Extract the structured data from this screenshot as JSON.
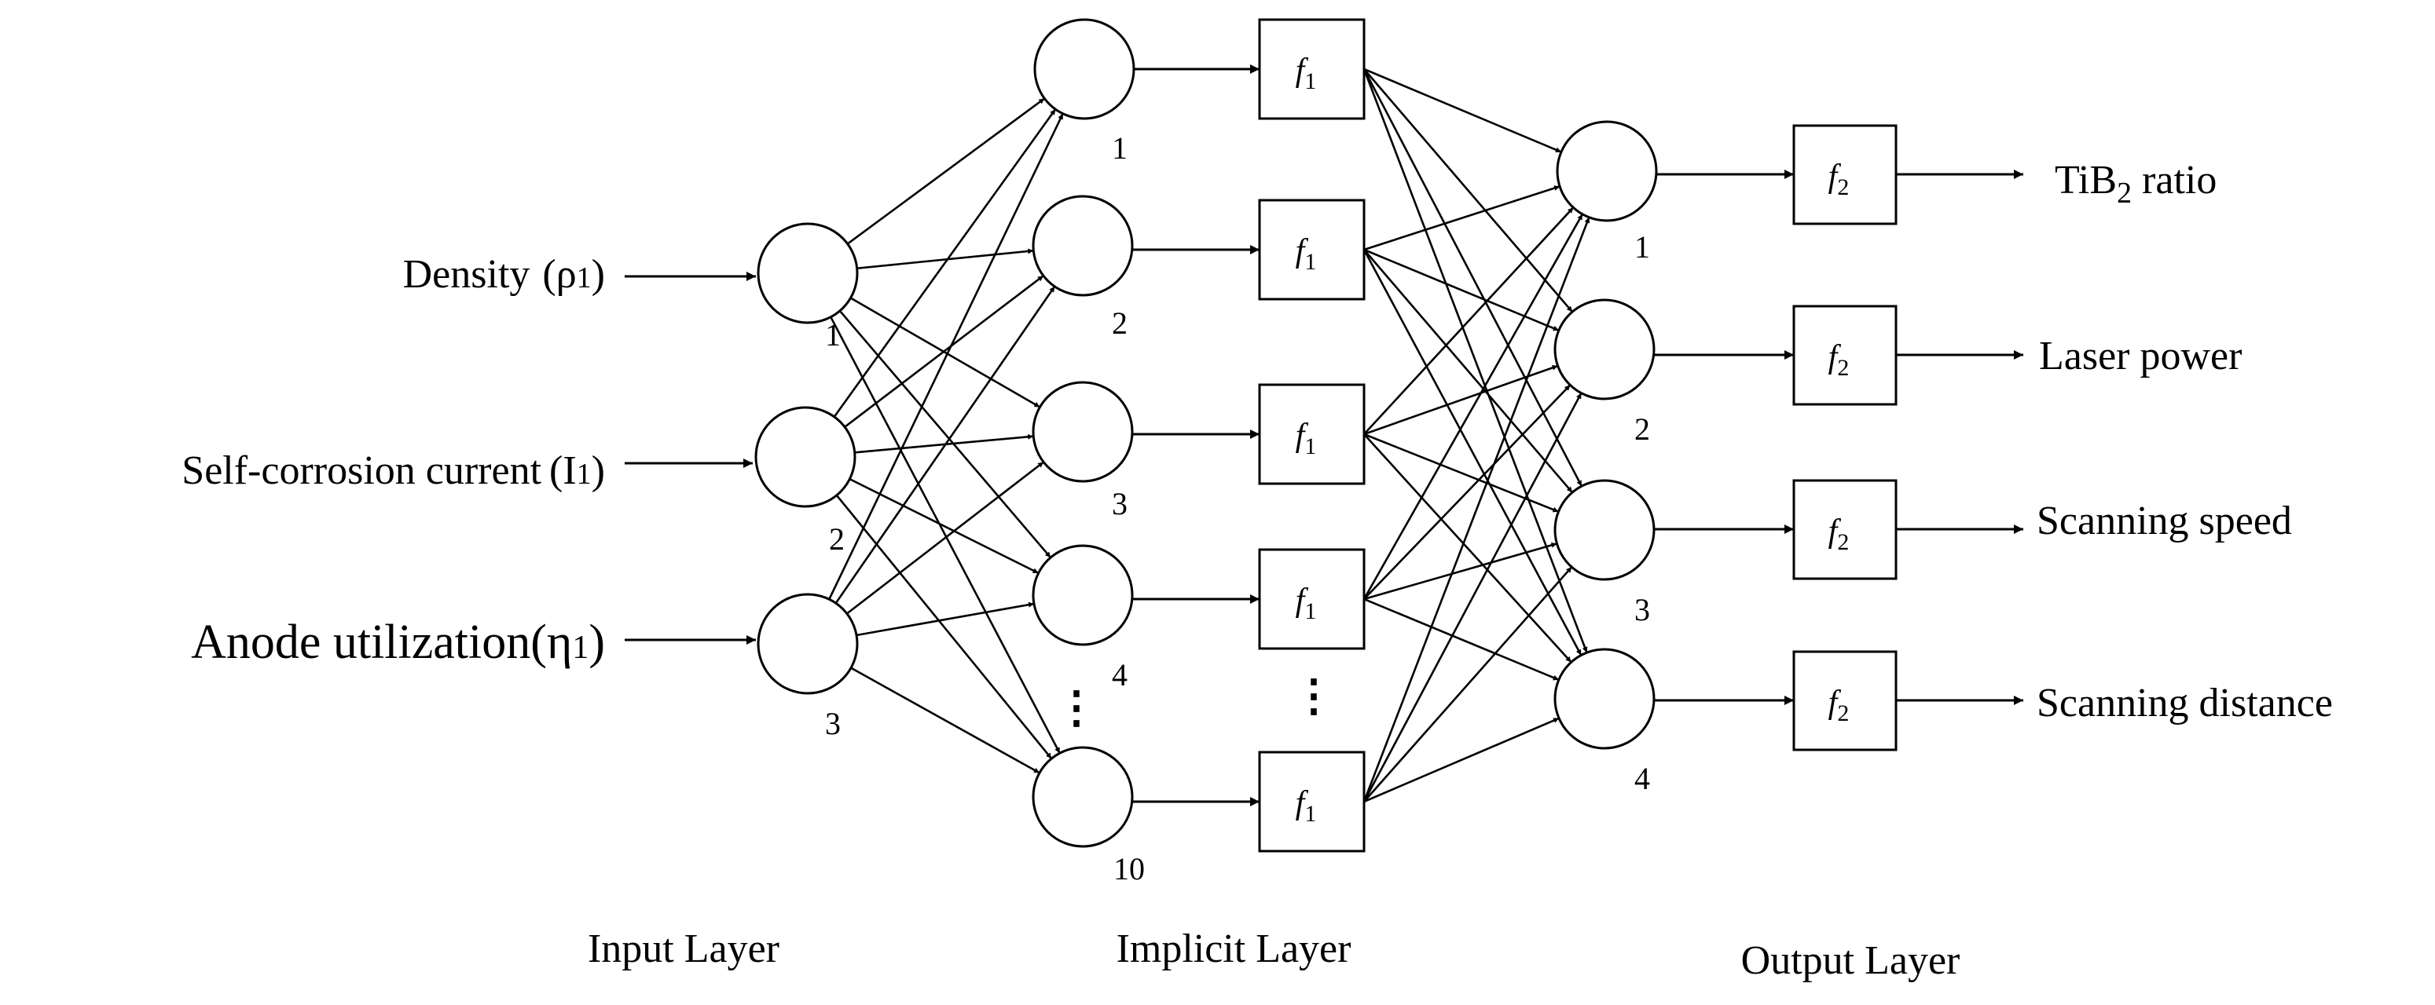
{
  "inputs": [
    {
      "label": "Density",
      "symbol": "ρ",
      "sub": "1",
      "num": "1"
    },
    {
      "label": "Self-corrosion current",
      "symbol": "I",
      "sub": "1",
      "num": "2"
    },
    {
      "label": "Anode utilization",
      "symbol": "η",
      "sub": "1",
      "num": "3"
    }
  ],
  "hidden": {
    "numbers": [
      "1",
      "2",
      "3",
      "4",
      "10"
    ],
    "function": {
      "name": "f",
      "sub": "1"
    },
    "ellipsis": "⋮"
  },
  "outputs": [
    {
      "num": "1",
      "label_main": "TiB",
      "label_sub": "2",
      "label_rest": " ratio"
    },
    {
      "num": "2",
      "label_main": "Laser power",
      "label_sub": "",
      "label_rest": ""
    },
    {
      "num": "3",
      "label_main": "Scanning speed",
      "label_sub": "",
      "label_rest": ""
    },
    {
      "num": "4",
      "label_main": "Scanning distance",
      "label_sub": "",
      "label_rest": ""
    }
  ],
  "output_function": {
    "name": "f",
    "sub": "2"
  },
  "layers": {
    "input": "Input Layer",
    "implicit": "Implicit Layer",
    "output": "Output Layer"
  }
}
